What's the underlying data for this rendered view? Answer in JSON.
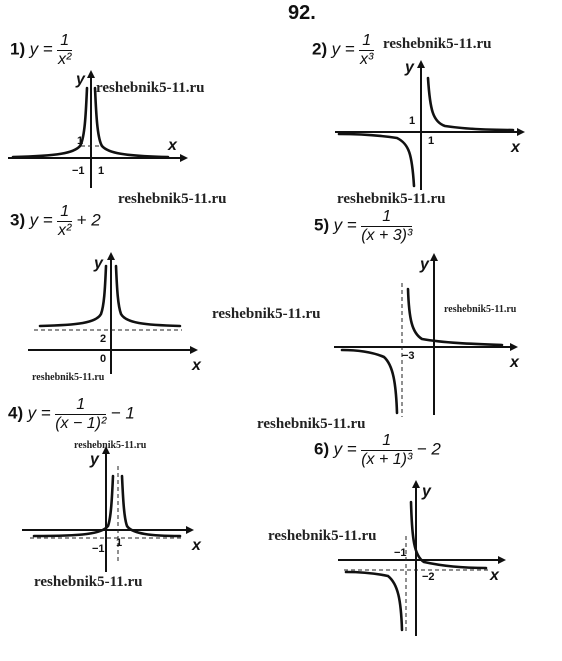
{
  "problem_number": "92.",
  "watermark": "reshebnik5-11.ru",
  "axis_labels": {
    "x": "x",
    "y": "y"
  },
  "graphs": [
    {
      "label": "1)",
      "eq_lhs": "y =",
      "numerator": "1",
      "denominator": "x²",
      "tail": "",
      "ticks": {
        "neg": "−1",
        "pos": "1",
        "y": "1"
      }
    },
    {
      "label": "2)",
      "eq_lhs": "y =",
      "numerator": "1",
      "denominator": "x³",
      "tail": "",
      "ticks": {
        "y": "1",
        "pos": "1"
      }
    },
    {
      "label": "3)",
      "eq_lhs": "y =",
      "numerator": "1",
      "denominator": "x²",
      "tail": "+ 2",
      "ticks": {
        "y": "2",
        "origin": "0"
      }
    },
    {
      "label": "4)",
      "eq_lhs": "y =",
      "numerator": "1",
      "denominator": "(x − 1)²",
      "tail": "− 1",
      "ticks": {
        "neg": "−1",
        "pos": "1"
      }
    },
    {
      "label": "5)",
      "eq_lhs": "y =",
      "numerator": "1",
      "denominator": "(x + 3)³",
      "tail": "",
      "ticks": {
        "neg": "−3"
      }
    },
    {
      "label": "6)",
      "eq_lhs": "y =",
      "numerator": "1",
      "denominator": "(x + 1)³",
      "tail": "− 2",
      "ticks": {
        "neg": "−1",
        "y": "−2"
      }
    }
  ]
}
